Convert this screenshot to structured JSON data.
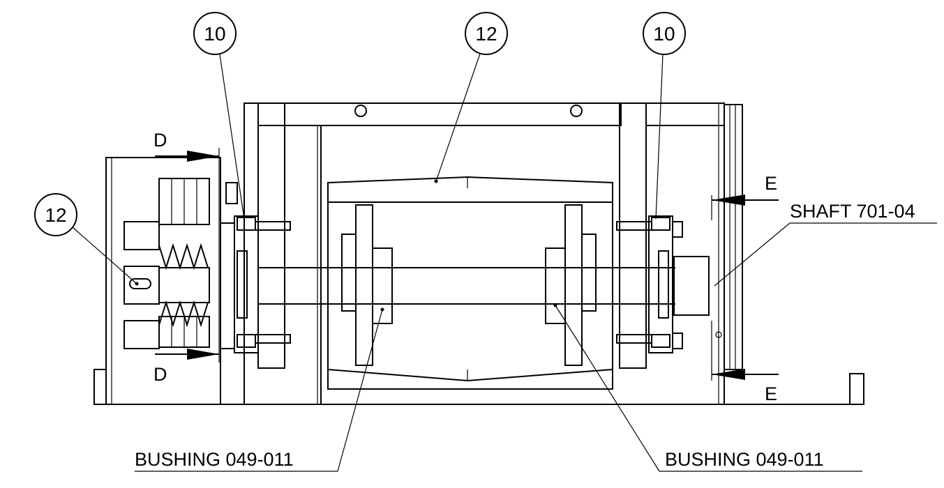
{
  "balloons": {
    "left_top": "10",
    "center_top": "12",
    "right_top": "10",
    "left_side": "12"
  },
  "section_letters": {
    "d_top": "D",
    "d_bottom": "D",
    "e_top": "E",
    "e_bottom": "E"
  },
  "callouts": {
    "shaft": "SHAFT 701-04",
    "bushing_left": "BUSHING 049-011",
    "bushing_right": "BUSHING 049-011"
  }
}
